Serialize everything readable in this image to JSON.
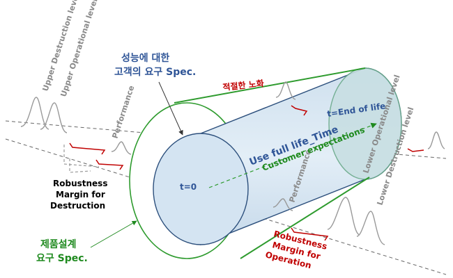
{
  "labels": {
    "upper_destruction": "Upper Destruction level",
    "upper_operational": "Upper Operational level",
    "performance_left": "Performance",
    "performance_mid": "Performance",
    "lower_operational": "Lower Operational level",
    "lower_destruction": "Lower Destruction level",
    "customer_spec_line1": "성능에 대한",
    "customer_spec_line2": "고객의 요구 Spec.",
    "proper_degradation": "적절한 노화",
    "t_end": "t=End of life",
    "t_zero": "t=0",
    "use_full_life": "Use full life_Time",
    "customer_expectations": "Customer expectations",
    "robustness_destruction_1": "Robustness",
    "robustness_destruction_2": "Margin for",
    "robustness_destruction_3": "Destruction",
    "product_design_1": "제품설계",
    "product_design_2": "요구 Spec.",
    "robustness_operation_1": "Robustness",
    "robustness_operation_2": "Margin for",
    "robustness_operation_3": "Operation"
  },
  "colors": {
    "outer_ring": "#2e9b2e",
    "cylinder_fill": "#d6e6f3",
    "cylinder_stroke": "#2c4f7c",
    "customer_blue": "#2f5597",
    "red": "#c00000",
    "gray": "#808080",
    "green_text": "#1f8a1f"
  }
}
